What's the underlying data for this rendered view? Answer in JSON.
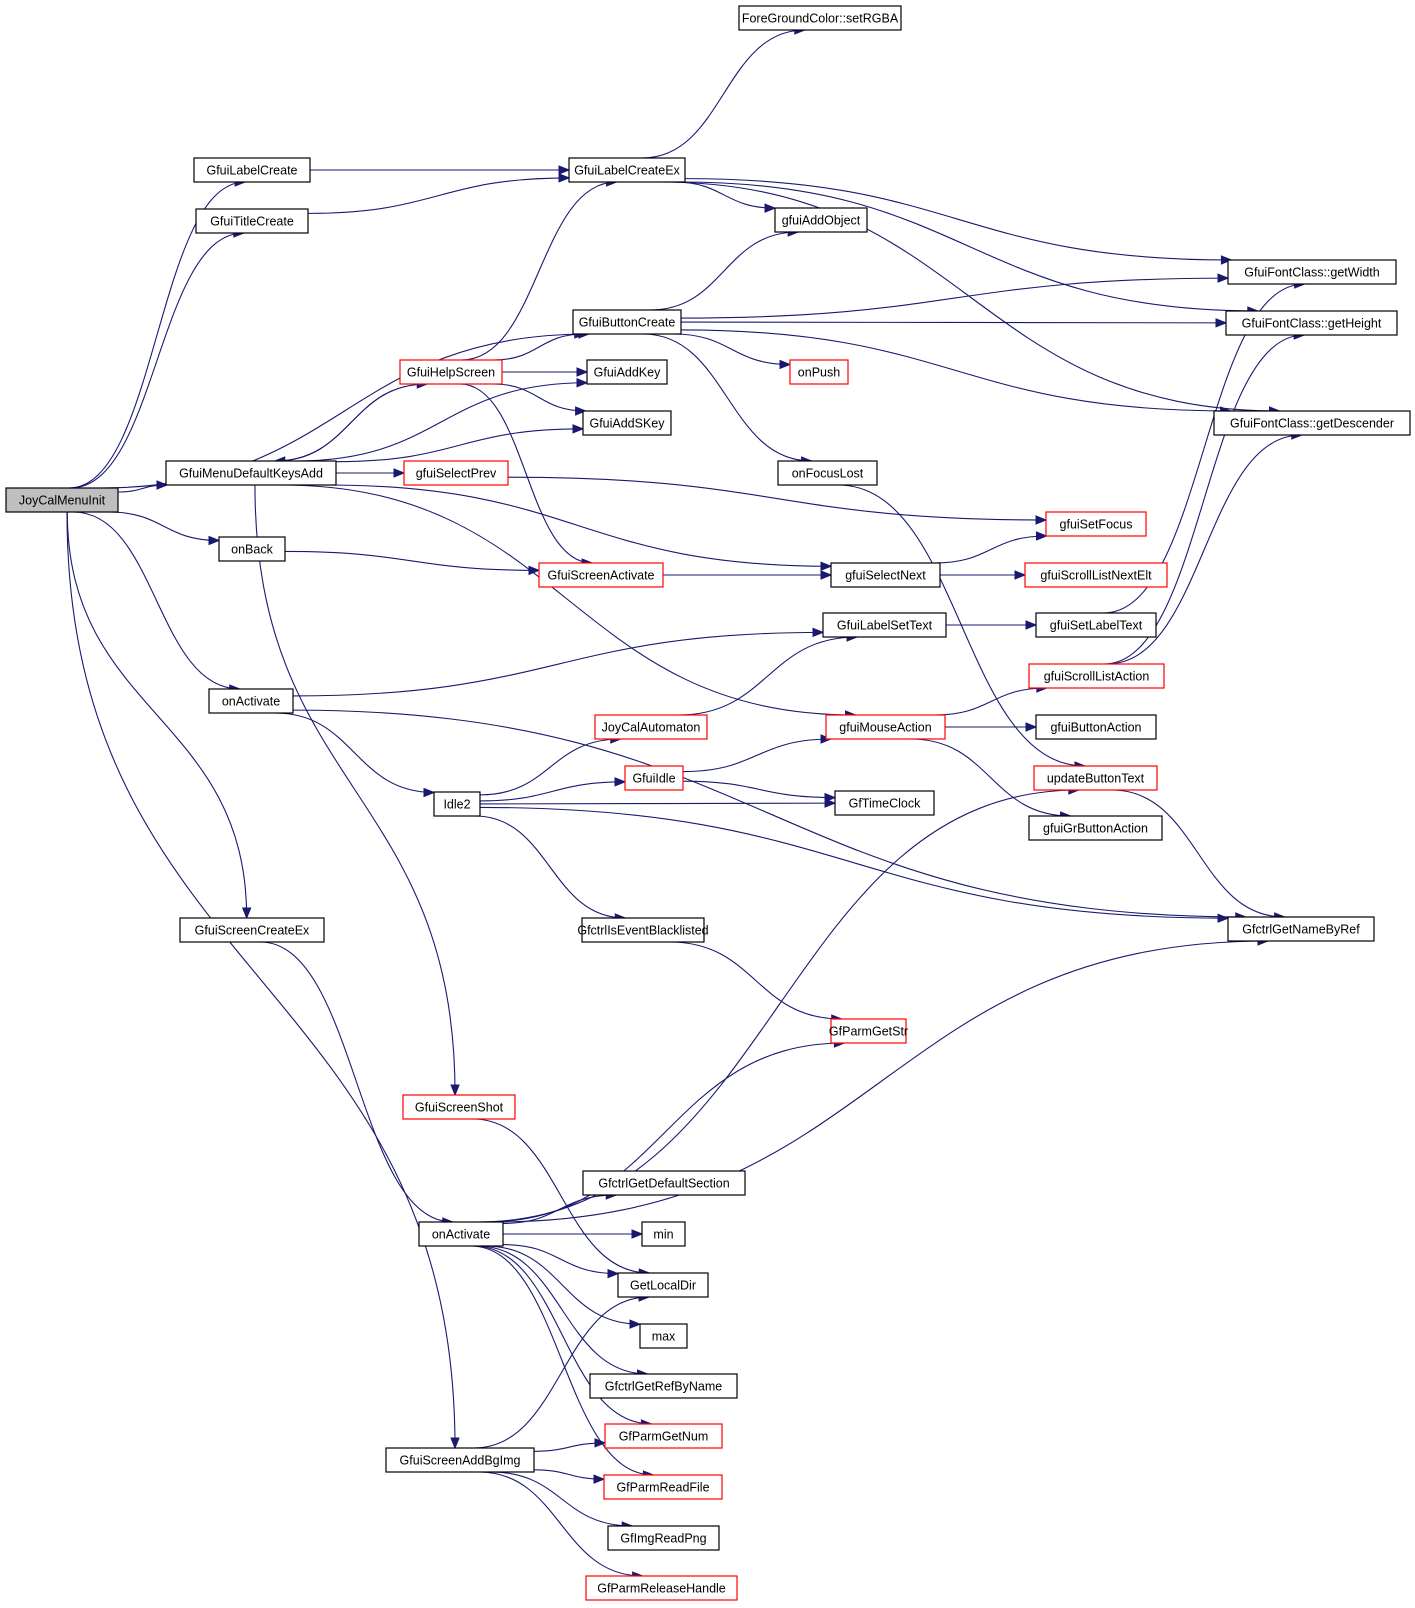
{
  "graph": {
    "title": "JoyCalMenuInit call graph",
    "colors": {
      "edge": "#191970",
      "root_fill": "#bfbfbf",
      "node_fill": "#ffffff",
      "node_border": "#000000",
      "truncated_border": "#ff0000"
    },
    "nodes": [
      {
        "id": "JoyCalMenuInit",
        "label": "JoyCalMenuInit",
        "kind": "root"
      },
      {
        "id": "GfuiLabelCreate",
        "label": "GfuiLabelCreate",
        "kind": "normal"
      },
      {
        "id": "GfuiTitleCreate",
        "label": "GfuiTitleCreate",
        "kind": "normal"
      },
      {
        "id": "GfuiMenuDefaultKeysAdd",
        "label": "GfuiMenuDefaultKeysAdd",
        "kind": "normal"
      },
      {
        "id": "onBack",
        "label": "onBack",
        "kind": "normal"
      },
      {
        "id": "onActivate1",
        "label": "onActivate",
        "kind": "normal"
      },
      {
        "id": "GfuiScreenCreateEx",
        "label": "GfuiScreenCreateEx",
        "kind": "normal"
      },
      {
        "id": "GfuiScreenShot",
        "label": "GfuiScreenShot",
        "kind": "truncated"
      },
      {
        "id": "onActivate2",
        "label": "onActivate",
        "kind": "normal"
      },
      {
        "id": "GfuiScreenAddBgImg",
        "label": "GfuiScreenAddBgImg",
        "kind": "normal"
      },
      {
        "id": "GfuiHelpScreen",
        "label": "GfuiHelpScreen",
        "kind": "truncated"
      },
      {
        "id": "gfuiSelectPrev",
        "label": "gfuiSelectPrev",
        "kind": "truncated"
      },
      {
        "id": "Idle2",
        "label": "Idle2",
        "kind": "normal"
      },
      {
        "id": "ForeGroundColor_setRGBA",
        "label": "ForeGroundColor::setRGBA",
        "kind": "normal"
      },
      {
        "id": "GfuiLabelCreateEx",
        "label": "GfuiLabelCreateEx",
        "kind": "normal"
      },
      {
        "id": "GfuiButtonCreate",
        "label": "GfuiButtonCreate",
        "kind": "normal"
      },
      {
        "id": "GfuiAddKey",
        "label": "GfuiAddKey",
        "kind": "normal"
      },
      {
        "id": "GfuiAddSKey",
        "label": "GfuiAddSKey",
        "kind": "normal"
      },
      {
        "id": "GfuiScreenActivate",
        "label": "GfuiScreenActivate",
        "kind": "truncated"
      },
      {
        "id": "JoyCalAutomaton",
        "label": "JoyCalAutomaton",
        "kind": "truncated"
      },
      {
        "id": "GfuiIdle",
        "label": "GfuiIdle",
        "kind": "truncated"
      },
      {
        "id": "GfctrlIsEventBlacklisted",
        "label": "GfctrlIsEventBlacklisted",
        "kind": "normal"
      },
      {
        "id": "GfctrlGetDefaultSection",
        "label": "GfctrlGetDefaultSection",
        "kind": "normal"
      },
      {
        "id": "min",
        "label": "min",
        "kind": "normal"
      },
      {
        "id": "GetLocalDir",
        "label": "GetLocalDir",
        "kind": "normal"
      },
      {
        "id": "max",
        "label": "max",
        "kind": "normal"
      },
      {
        "id": "GfctrlGetRefByName",
        "label": "GfctrlGetRefByName",
        "kind": "normal"
      },
      {
        "id": "GfParmGetNum",
        "label": "GfParmGetNum",
        "kind": "truncated"
      },
      {
        "id": "GfParmReadFile",
        "label": "GfParmReadFile",
        "kind": "truncated"
      },
      {
        "id": "GfImgReadPng",
        "label": "GfImgReadPng",
        "kind": "normal"
      },
      {
        "id": "GfParmReleaseHandle",
        "label": "GfParmReleaseHandle",
        "kind": "truncated"
      },
      {
        "id": "gfuiAddObject",
        "label": "gfuiAddObject",
        "kind": "normal"
      },
      {
        "id": "onPush",
        "label": "onPush",
        "kind": "truncated"
      },
      {
        "id": "onFocusLost",
        "label": "onFocusLost",
        "kind": "normal"
      },
      {
        "id": "gfuiSelectNext",
        "label": "gfuiSelectNext",
        "kind": "normal"
      },
      {
        "id": "GfuiLabelSetText",
        "label": "GfuiLabelSetText",
        "kind": "normal"
      },
      {
        "id": "gfuiMouseAction",
        "label": "gfuiMouseAction",
        "kind": "truncated"
      },
      {
        "id": "GfTimeClock",
        "label": "GfTimeClock",
        "kind": "normal"
      },
      {
        "id": "GfParmGetStr",
        "label": "GfParmGetStr",
        "kind": "truncated"
      },
      {
        "id": "gfuiSetFocus",
        "label": "gfuiSetFocus",
        "kind": "truncated"
      },
      {
        "id": "gfuiScrollListNextElt",
        "label": "gfuiScrollListNextElt",
        "kind": "truncated"
      },
      {
        "id": "gfuiSetLabelText",
        "label": "gfuiSetLabelText",
        "kind": "normal"
      },
      {
        "id": "gfuiScrollListAction",
        "label": "gfuiScrollListAction",
        "kind": "truncated"
      },
      {
        "id": "gfuiButtonAction",
        "label": "gfuiButtonAction",
        "kind": "normal"
      },
      {
        "id": "updateButtonText",
        "label": "updateButtonText",
        "kind": "truncated"
      },
      {
        "id": "gfuiGrButtonAction",
        "label": "gfuiGrButtonAction",
        "kind": "normal"
      },
      {
        "id": "GfuiFontClass_getWidth",
        "label": "GfuiFontClass::getWidth",
        "kind": "normal"
      },
      {
        "id": "GfuiFontClass_getHeight",
        "label": "GfuiFontClass::getHeight",
        "kind": "normal"
      },
      {
        "id": "GfuiFontClass_getDescender",
        "label": "GfuiFontClass::getDescender",
        "kind": "normal"
      },
      {
        "id": "GfctrlGetNameByRef",
        "label": "GfctrlGetNameByRef",
        "kind": "normal"
      }
    ],
    "edges": [
      [
        "JoyCalMenuInit",
        "GfuiLabelCreate"
      ],
      [
        "JoyCalMenuInit",
        "GfuiTitleCreate"
      ],
      [
        "JoyCalMenuInit",
        "GfuiButtonCreate"
      ],
      [
        "JoyCalMenuInit",
        "GfuiMenuDefaultKeysAdd"
      ],
      [
        "JoyCalMenuInit",
        "onBack"
      ],
      [
        "JoyCalMenuInit",
        "onActivate1"
      ],
      [
        "JoyCalMenuInit",
        "GfuiScreenCreateEx"
      ],
      [
        "JoyCalMenuInit",
        "GfuiScreenAddBgImg"
      ],
      [
        "GfuiLabelCreate",
        "GfuiLabelCreateEx"
      ],
      [
        "GfuiTitleCreate",
        "GfuiLabelCreateEx"
      ],
      [
        "GfuiMenuDefaultKeysAdd",
        "GfuiAddKey"
      ],
      [
        "GfuiMenuDefaultKeysAdd",
        "GfuiHelpScreen"
      ],
      [
        "GfuiMenuDefaultKeysAdd",
        "GfuiAddSKey"
      ],
      [
        "GfuiMenuDefaultKeysAdd",
        "gfuiSelectPrev"
      ],
      [
        "GfuiMenuDefaultKeysAdd",
        "gfuiSelectNext"
      ],
      [
        "GfuiMenuDefaultKeysAdd",
        "gfuiMouseAction"
      ],
      [
        "GfuiMenuDefaultKeysAdd",
        "GfuiScreenShot"
      ],
      [
        "GfuiHelpScreen",
        "GfuiMenuDefaultKeysAdd"
      ],
      [
        "GfuiHelpScreen",
        "GfuiLabelCreateEx"
      ],
      [
        "GfuiHelpScreen",
        "GfuiButtonCreate"
      ],
      [
        "GfuiHelpScreen",
        "GfuiAddKey"
      ],
      [
        "GfuiHelpScreen",
        "GfuiAddSKey"
      ],
      [
        "GfuiHelpScreen",
        "GfuiScreenActivate"
      ],
      [
        "gfuiSelectPrev",
        "gfuiSetFocus"
      ],
      [
        "onBack",
        "GfuiScreenActivate"
      ],
      [
        "GfuiScreenActivate",
        "gfuiSelectNext"
      ],
      [
        "onActivate1",
        "GfuiLabelSetText"
      ],
      [
        "onActivate1",
        "Idle2"
      ],
      [
        "onActivate1",
        "GfctrlGetNameByRef"
      ],
      [
        "Idle2",
        "JoyCalAutomaton"
      ],
      [
        "Idle2",
        "GfuiIdle"
      ],
      [
        "Idle2",
        "GfTimeClock"
      ],
      [
        "Idle2",
        "GfctrlIsEventBlacklisted"
      ],
      [
        "Idle2",
        "GfctrlGetNameByRef"
      ],
      [
        "JoyCalAutomaton",
        "GfuiLabelSetText"
      ],
      [
        "GfuiIdle",
        "gfuiMouseAction"
      ],
      [
        "GfuiIdle",
        "GfTimeClock"
      ],
      [
        "GfctrlIsEventBlacklisted",
        "GfParmGetStr"
      ],
      [
        "GfuiScreenCreateEx",
        "onActivate2"
      ],
      [
        "GfuiScreenShot",
        "GetLocalDir"
      ],
      [
        "onActivate2",
        "GfParmGetStr"
      ],
      [
        "onActivate2",
        "updateButtonText"
      ],
      [
        "onActivate2",
        "GfctrlGetNameByRef"
      ],
      [
        "onActivate2",
        "GfctrlGetDefaultSection"
      ],
      [
        "onActivate2",
        "min"
      ],
      [
        "onActivate2",
        "GetLocalDir"
      ],
      [
        "onActivate2",
        "max"
      ],
      [
        "onActivate2",
        "GfctrlGetRefByName"
      ],
      [
        "onActivate2",
        "GfParmGetNum"
      ],
      [
        "onActivate2",
        "GfParmReadFile"
      ],
      [
        "GfuiScreenAddBgImg",
        "GetLocalDir"
      ],
      [
        "GfuiScreenAddBgImg",
        "GfParmGetNum"
      ],
      [
        "GfuiScreenAddBgImg",
        "GfParmReadFile"
      ],
      [
        "GfuiScreenAddBgImg",
        "GfImgReadPng"
      ],
      [
        "GfuiScreenAddBgImg",
        "GfParmReleaseHandle"
      ],
      [
        "GfuiLabelCreateEx",
        "ForeGroundColor_setRGBA"
      ],
      [
        "GfuiLabelCreateEx",
        "GfuiFontClass_getWidth"
      ],
      [
        "GfuiLabelCreateEx",
        "GfuiFontClass_getHeight"
      ],
      [
        "GfuiLabelCreateEx",
        "gfuiAddObject"
      ],
      [
        "GfuiLabelCreateEx",
        "GfuiFontClass_getDescender"
      ],
      [
        "GfuiButtonCreate",
        "gfuiAddObject"
      ],
      [
        "GfuiButtonCreate",
        "GfuiFontClass_getWidth"
      ],
      [
        "GfuiButtonCreate",
        "GfuiFontClass_getHeight"
      ],
      [
        "GfuiButtonCreate",
        "onPush"
      ],
      [
        "GfuiButtonCreate",
        "GfuiFontClass_getDescender"
      ],
      [
        "GfuiButtonCreate",
        "onFocusLost"
      ],
      [
        "onFocusLost",
        "updateButtonText"
      ],
      [
        "gfuiSelectNext",
        "gfuiSetFocus"
      ],
      [
        "gfuiSelectNext",
        "gfuiScrollListNextElt"
      ],
      [
        "GfuiLabelSetText",
        "gfuiSetLabelText"
      ],
      [
        "gfuiSetLabelText",
        "GfuiFontClass_getWidth"
      ],
      [
        "gfuiMouseAction",
        "gfuiScrollListAction"
      ],
      [
        "gfuiMouseAction",
        "gfuiButtonAction"
      ],
      [
        "gfuiMouseAction",
        "gfuiGrButtonAction"
      ],
      [
        "gfuiScrollListAction",
        "GfuiFontClass_getHeight"
      ],
      [
        "gfuiScrollListAction",
        "GfuiFontClass_getDescender"
      ],
      [
        "updateButtonText",
        "GfctrlGetNameByRef"
      ]
    ]
  }
}
